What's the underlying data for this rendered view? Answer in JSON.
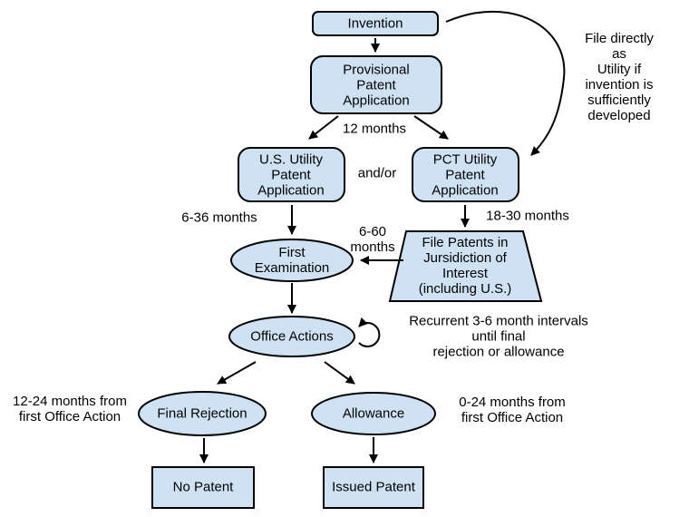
{
  "diagram": {
    "title_implicit": "Patent application process flowchart",
    "colors": {
      "node_fill": "#cfe2f3",
      "node_stroke": "#000000",
      "text": "#000000",
      "background": "#ffffff"
    },
    "nodes": {
      "invention": "Invention",
      "provisional": "Provisional\nPatent\nApplication",
      "us_utility": "U.S. Utility\nPatent\nApplication",
      "pct_utility": "PCT Utility\nPatent\nApplication",
      "file_patents": "File Patents in\nJursidiction of\nInterest\n(including U.S.)",
      "first_examination": "First\nExamination",
      "office_actions": "Office Actions",
      "final_rejection": "Final Rejection",
      "allowance": "Allowance",
      "no_patent": "No Patent",
      "issued_patent": "Issued Patent"
    },
    "labels": {
      "file_directly": "File directly as\nUtility if\ninvention is\nsufficiently\ndeveloped",
      "twelve_months": "12 months",
      "and_or": "and/or",
      "six_to_36_months": "6-36 months",
      "eighteen_to_30_months": "18-30 months",
      "six_to_60_months": "6-60\nmonths",
      "recurrent": "Recurrent 3-6 month intervals until final\nrejection or allowance",
      "twelve_to_24_months": "12-24 months from\nfirst Office Action",
      "zero_to_24_months": "0-24 months from\nfirst Office Action"
    }
  }
}
